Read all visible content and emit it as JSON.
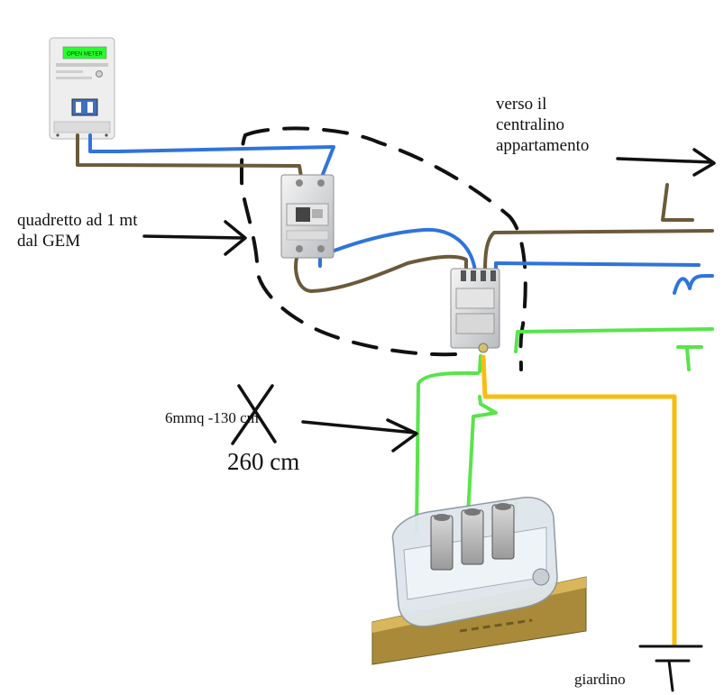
{
  "labels": {
    "verso_line1": "verso il",
    "verso_line2": "centralino",
    "verso_line3": "appartamento",
    "quadretto_line1": "quadretto ad 1 mt",
    "quadretto_line2": "dal GEM",
    "cable_old": "6mmq -130 cm",
    "cable_new": "260 cm",
    "giardino": "giardino",
    "meter_display": "OPEN METER"
  },
  "colors": {
    "neutral_blue": "#2f74d9",
    "phase_brown": "#6b5a3a",
    "earth_green": "#58e44a",
    "earth_yellow": "#f7be12",
    "dashed_black": "#111111"
  },
  "icons": {
    "meter": "electric-meter-icon",
    "rcd": "rcd-breaker-icon",
    "mcb": "circuit-breaker-icon",
    "terminal": "terminal-block-icon",
    "ground": "ground-symbol-icon"
  }
}
